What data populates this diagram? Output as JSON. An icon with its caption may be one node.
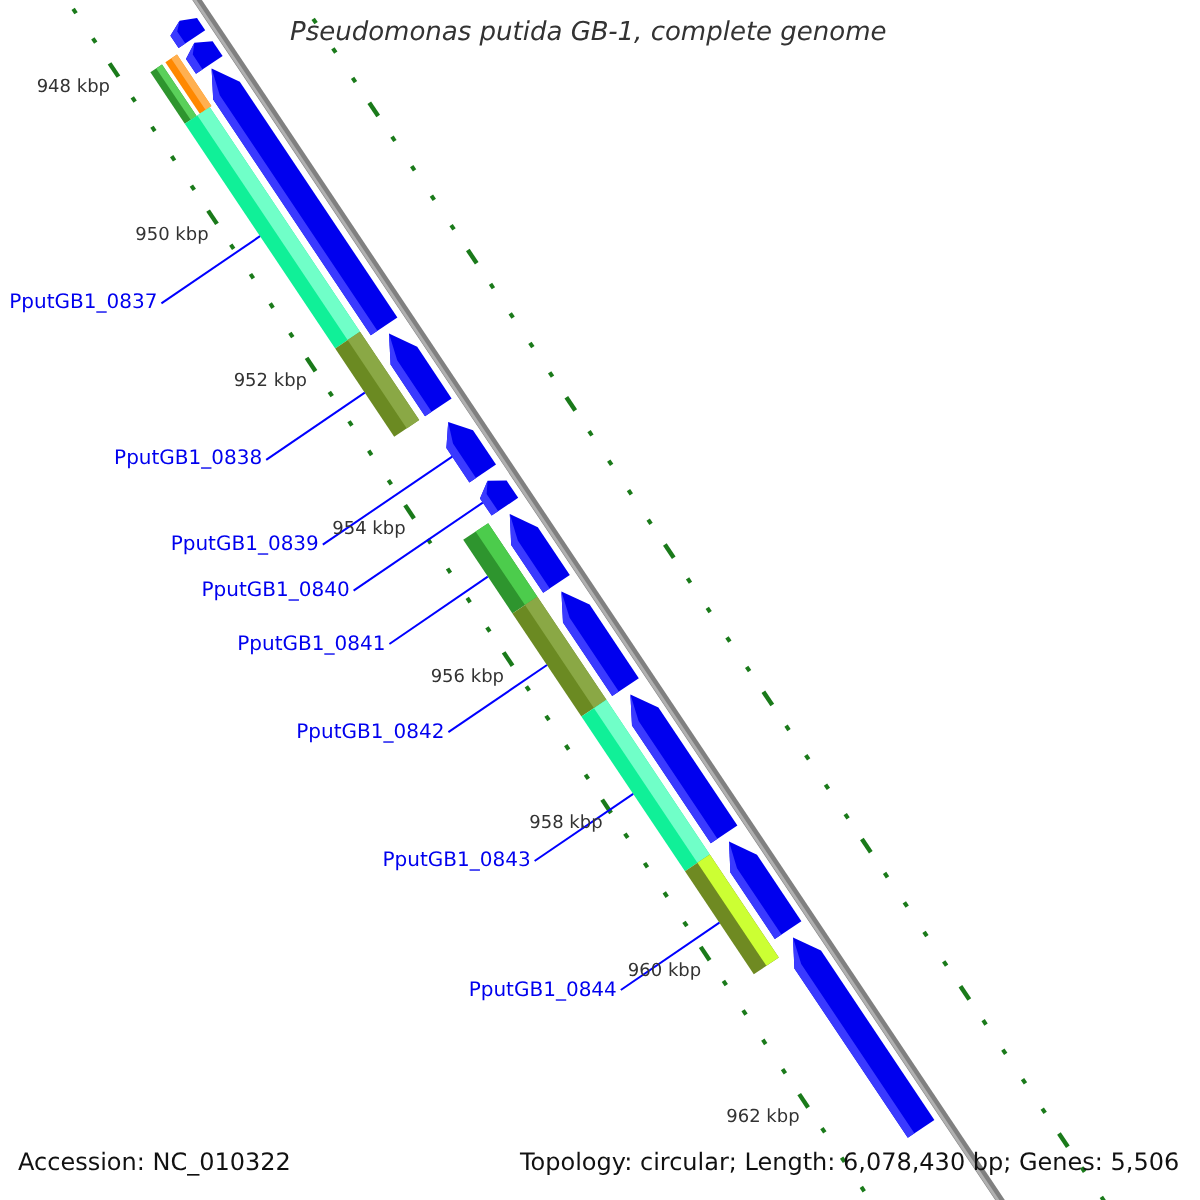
{
  "diagram": {
    "title": "Pseudomonas putida GB-1, complete genome",
    "nodes": [
      {
        "text": [],
        "shape": "arrow"
      },
      {
        "text": [],
        "shape": "arrow"
      },
      {
        "text": [],
        "shape": "bar"
      },
      {
        "text": [],
        "shape": "bar"
      },
      {
        "text": [],
        "shape": "bar"
      },
      {
        "text": [],
        "shape": "arrow"
      },
      {
        "text": [],
        "shape": "bar"
      },
      {
        "text": [],
        "shape": "arrow"
      },
      {
        "text": [],
        "shape": "arrow"
      },
      {
        "text": [],
        "shape": "arrow"
      },
      {
        "text": [],
        "shape": "bar"
      },
      {
        "text": [],
        "shape": "arrow"
      },
      {
        "text": [],
        "shape": "bar"
      },
      {
        "text": [],
        "shape": "arrow"
      },
      {
        "text": [],
        "shape": "bar"
      },
      {
        "text": [],
        "shape": "arrow"
      },
      {
        "text": [],
        "shape": "bar"
      },
      {
        "text": [],
        "shape": "arrow"
      },
      {
        "text": [],
        "shape": "arrow"
      },
      {
        "text": [
          "PputGB1_0837"
        ]
      },
      {
        "text": [
          "PputGB1_0838"
        ]
      },
      {
        "text": [
          "PputGB1_0839"
        ]
      },
      {
        "text": [
          "PputGB1_0840"
        ]
      },
      {
        "text": [
          "PputGB1_0841"
        ]
      },
      {
        "text": [
          "PputGB1_0842"
        ]
      },
      {
        "text": [
          "PputGB1_0843"
        ]
      },
      {
        "text": [
          "PputGB1_0844"
        ]
      }
    ],
    "edges": [
      {
        "from": 19,
        "to": 4,
        "arrow": "none"
      },
      {
        "from": 20,
        "to": 6,
        "arrow": "none"
      },
      {
        "from": 21,
        "to": 8,
        "arrow": "none"
      },
      {
        "from": 22,
        "to": 9,
        "arrow": "none"
      },
      {
        "from": 23,
        "to": 10,
        "arrow": "none"
      },
      {
        "from": 24,
        "to": 12,
        "arrow": "none"
      },
      {
        "from": 25,
        "to": 14,
        "arrow": "none"
      },
      {
        "from": 26,
        "to": 16,
        "arrow": "none"
      }
    ],
    "labels": [
      "948 kbp",
      "950 kbp",
      "952 kbp",
      "954 kbp",
      "956 kbp",
      "958 kbp",
      "960 kbp",
      "962 kbp",
      "Accession: NC_010322",
      "Topology: circular; Length: 6,078,430 bp; Genes: 5,506"
    ]
  }
}
